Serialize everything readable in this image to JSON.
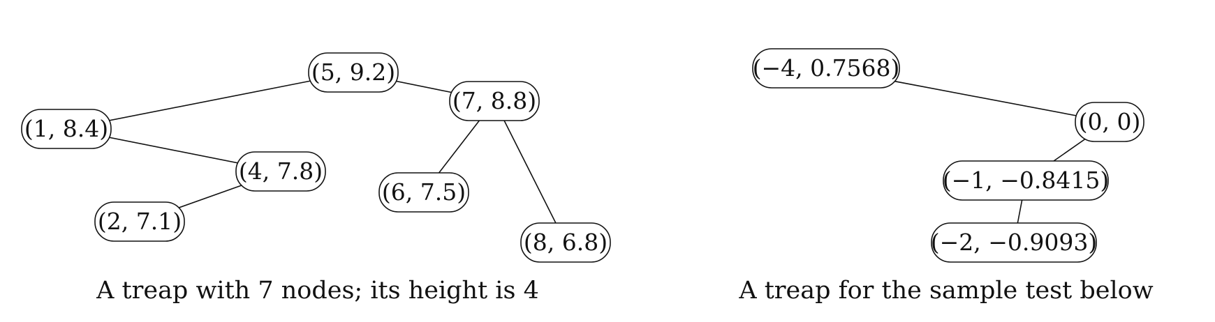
{
  "diagrams": [
    {
      "caption": "A treap with 7 nodes; its height is 4",
      "nodes": [
        {
          "id": "n5",
          "label": "(5, 9.2)"
        },
        {
          "id": "n7",
          "label": "(7, 8.8)"
        },
        {
          "id": "n1",
          "label": "(1, 8.4)"
        },
        {
          "id": "n4",
          "label": "(4, 7.8)"
        },
        {
          "id": "n6",
          "label": "(6, 7.5)"
        },
        {
          "id": "n2",
          "label": "(2, 7.1)"
        },
        {
          "id": "n8",
          "label": "(8, 6.8)"
        }
      ],
      "edges": [
        [
          "n5",
          "n1"
        ],
        [
          "n5",
          "n7"
        ],
        [
          "n1",
          "n4"
        ],
        [
          "n4",
          "n2"
        ],
        [
          "n7",
          "n6"
        ],
        [
          "n7",
          "n8"
        ]
      ]
    },
    {
      "caption": "A treap for the sample test below",
      "nodes": [
        {
          "id": "m-4",
          "label": "(−4, 0.7568)"
        },
        {
          "id": "m0",
          "label": "(0, 0)"
        },
        {
          "id": "m-1",
          "label": "(−1, −0.8415)"
        },
        {
          "id": "m-2",
          "label": "(−2, −0.9093)"
        }
      ],
      "edges": [
        [
          "m-4",
          "m0"
        ],
        [
          "m0",
          "m-1"
        ],
        [
          "m-1",
          "m-2"
        ]
      ]
    }
  ]
}
